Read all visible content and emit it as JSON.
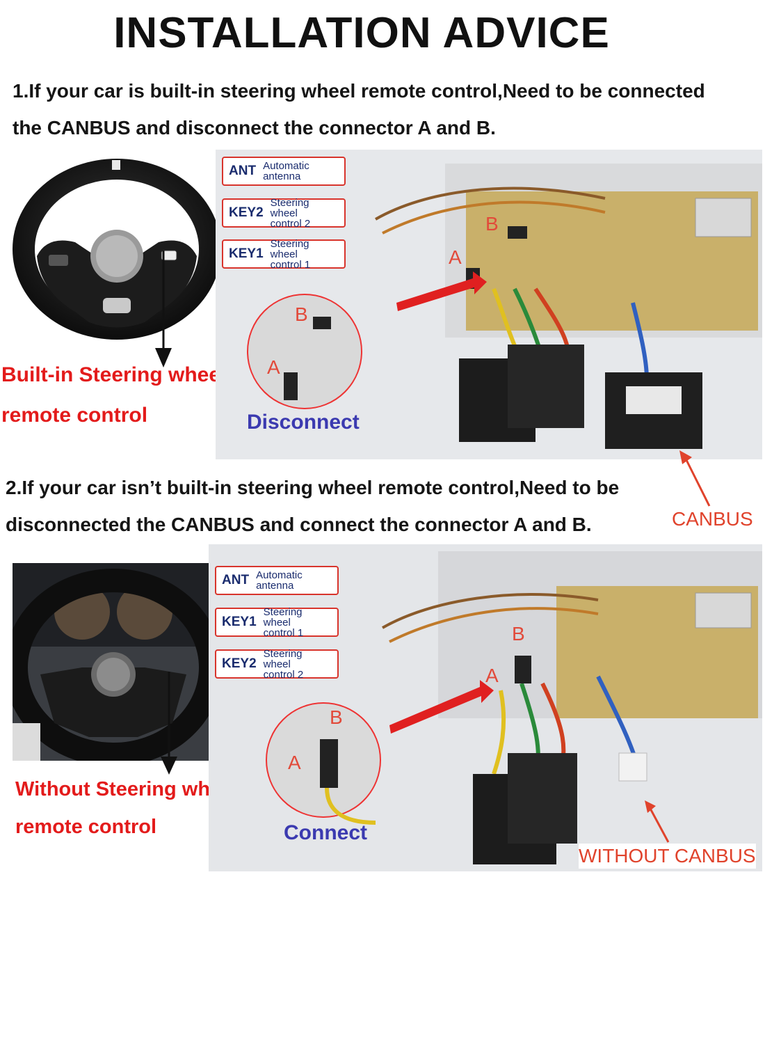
{
  "title": "INSTALLATION ADVICE",
  "section1": {
    "line1": "1.If your car is built-in steering wheel remote control,Need to be connected",
    "line2": "the CANBUS  and disconnect the connector A and B.",
    "caption_line1": "Built-in Steering wheel",
    "caption_line2": "remote control",
    "action": "Disconnect",
    "canbus": "CANBUS",
    "labels": [
      {
        "key": "ANT",
        "desc1": "Automatic",
        "desc2": "antenna"
      },
      {
        "key": "KEY2",
        "desc1": "Steering wheel",
        "desc2": "control 2"
      },
      {
        "key": "KEY1",
        "desc1": "Steering wheel",
        "desc2": "control 1"
      }
    ],
    "connector_a": "A",
    "connector_b": "B"
  },
  "section2": {
    "line1": "2.If your car isn’t built-in steering wheel remote control,Need to be",
    "line2": "disconnected the CANBUS  and connect the connector A and B.",
    "caption_line1": "Without Steering wheel",
    "caption_line2": "remote control",
    "action": "Connect",
    "canbus": "WITHOUT CANBUS",
    "labels": [
      {
        "key": "ANT",
        "desc1": "Automatic",
        "desc2": "antenna"
      },
      {
        "key": "KEY1",
        "desc1": "Steering wheel",
        "desc2": "control 1"
      },
      {
        "key": "KEY2",
        "desc1": "Steering wheel",
        "desc2": "control 2"
      }
    ],
    "connector_a": "A",
    "connector_b": "B"
  },
  "colors": {
    "accent_red": "#e31b1b",
    "label_blue": "#1a2c6e",
    "action_blue": "#3b3ab0"
  }
}
